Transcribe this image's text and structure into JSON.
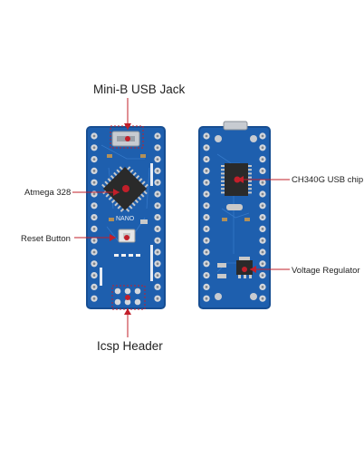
{
  "labels": {
    "usb_jack": "Mini-B USB Jack",
    "atmega": "Atmega 328",
    "reset": "Reset Button",
    "ch340": "CH340G USB chip",
    "vreg": "Voltage Regulator",
    "icsp": "Icsp Header"
  },
  "board": {
    "chip_marking": "NANO"
  },
  "colors": {
    "pcb": "#1e5fae",
    "pcb_edge": "#174e92",
    "pad": "#d4d7dc",
    "chip": "#2a2a2a",
    "callout": "#c21f2a"
  }
}
